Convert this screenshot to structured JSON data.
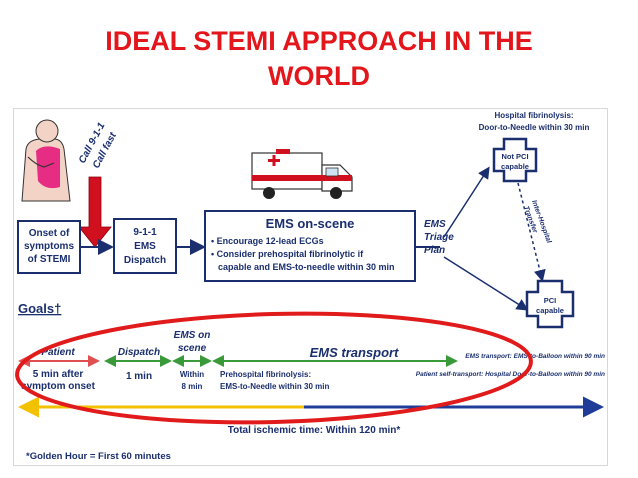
{
  "slide": {
    "title_line1": "IDEAL STEMI APPROACH IN THE",
    "title_line2": "WORLD"
  },
  "diagram": {
    "call_911": [
      "Call 9-1-1",
      "Call fast"
    ],
    "onset_box": [
      "Onset of",
      "symptoms",
      "of STEMI"
    ],
    "dispatch_box": [
      "9-1-1",
      "EMS",
      "Dispatch"
    ],
    "ems_box": {
      "title": "EMS on-scene",
      "bullets": [
        "• Encourage 12-lead ECGs",
        "• Consider prehospital fibrinolytic if",
        "capable and EMS-to-needle within 30 min"
      ]
    },
    "triage": [
      "EMS",
      "Triage",
      "Plan"
    ],
    "hospital_fibrinolysis": [
      "Hospital fibrinolysis:",
      "Door-to-Needle within 30 min"
    ],
    "not_pci": [
      "Not PCI",
      "capable"
    ],
    "inter_hospital": [
      "Inter-Hospital",
      "Transfer"
    ],
    "pci": [
      "PCI",
      "capable"
    ],
    "goals_label": "Goals†",
    "timeline": {
      "patient": {
        "label": "Patient",
        "value": [
          "5 min after",
          "symptom onset"
        ]
      },
      "dispatch": {
        "label": "Dispatch",
        "value": "1 min"
      },
      "ems_scene": {
        "label": [
          "EMS on",
          "scene"
        ],
        "value": [
          "Within",
          "8 min"
        ]
      },
      "ems_transport": {
        "label": "EMS transport",
        "value": [
          "Prehospital fibrinolysis:",
          "EMS-to-Needle within 30 min"
        ]
      },
      "ems_transport_goal": "EMS transport: EMS-to-Balloon within 90 min",
      "self_transport_goal": "Patient self-transport: Hospital Door-to-Balloon within 90 min"
    },
    "total_ischemic": "Total ischemic time:  Within 120 min*",
    "footnote": "*Golden Hour = First 60 minutes"
  },
  "colors": {
    "title_red": "#e3161b",
    "navy": "#1b2f6e",
    "arrow_red": "#d0101e",
    "timeline_red": "#e05050",
    "timeline_green": "#3a9a3a",
    "timeline_yellow": "#f2c200",
    "timeline_blue": "#1f3c99",
    "ellipse_red": "#e11b1b"
  }
}
